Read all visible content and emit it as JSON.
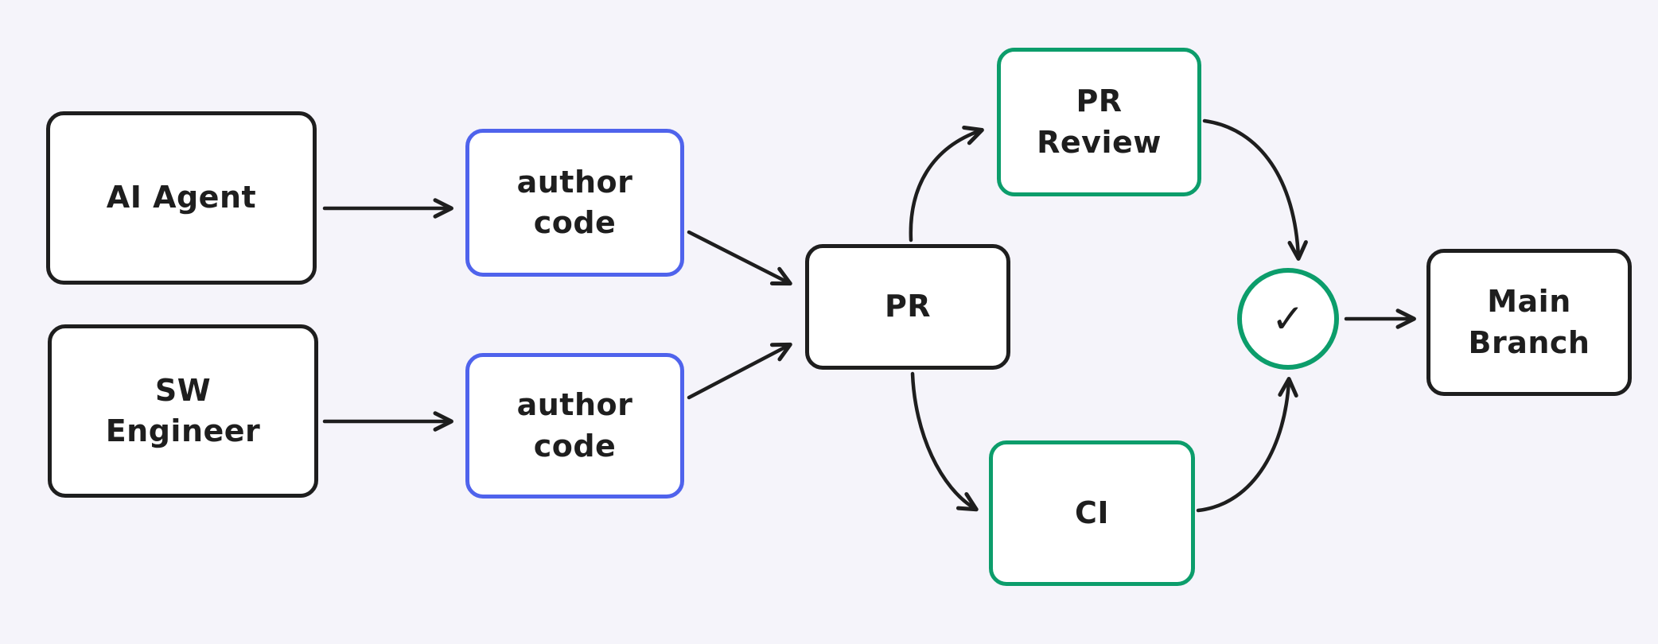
{
  "diagram": {
    "type": "flowchart",
    "background_color": "#f5f4fa",
    "colors": {
      "stroke_default": "#1e1e1e",
      "stroke_blue": "#4f63ec",
      "stroke_green": "#0c9d6b",
      "node_fill": "#ffffff",
      "text": "#1e1e1e"
    },
    "nodes": {
      "ai_agent": {
        "lines": [
          "AI Agent"
        ]
      },
      "sw_engineer": {
        "lines": [
          "SW",
          "Engineer"
        ]
      },
      "author_code_top": {
        "lines": [
          "author",
          "code"
        ]
      },
      "author_code_bottom": {
        "lines": [
          "author",
          "code"
        ]
      },
      "pr": {
        "lines": [
          "PR"
        ]
      },
      "pr_review": {
        "lines": [
          "PR",
          "Review"
        ]
      },
      "ci": {
        "lines": [
          "CI"
        ]
      },
      "check": {
        "glyph": "✓"
      },
      "main_branch": {
        "lines": [
          "Main",
          "Branch"
        ]
      }
    },
    "edges": [
      {
        "from": "ai_agent",
        "to": "author_code_top"
      },
      {
        "from": "sw_engineer",
        "to": "author_code_bottom"
      },
      {
        "from": "author_code_top",
        "to": "pr"
      },
      {
        "from": "author_code_bottom",
        "to": "pr"
      },
      {
        "from": "pr",
        "to": "pr_review"
      },
      {
        "from": "pr",
        "to": "ci"
      },
      {
        "from": "pr_review",
        "to": "check"
      },
      {
        "from": "ci",
        "to": "check"
      },
      {
        "from": "check",
        "to": "main_branch"
      }
    ]
  }
}
